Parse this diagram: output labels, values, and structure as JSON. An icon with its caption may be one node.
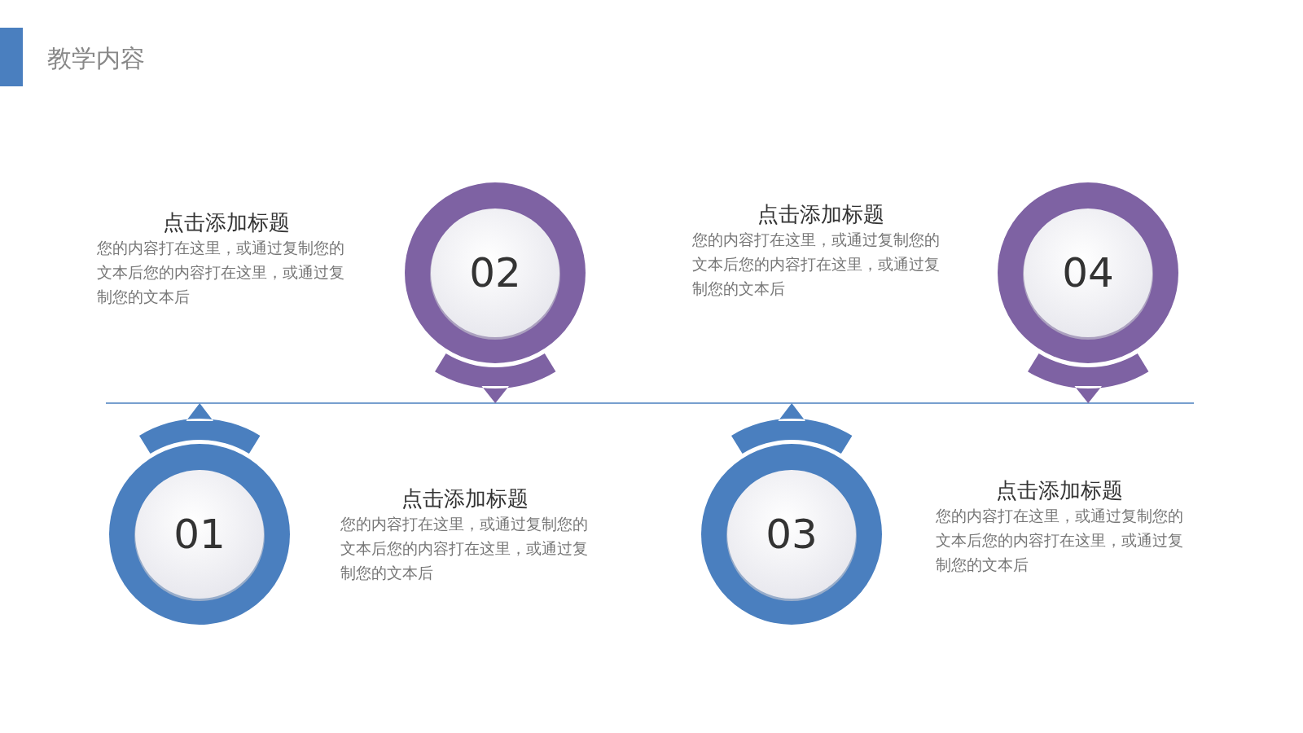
{
  "diagram": {
    "title": "教学内容",
    "nodes": [
      {
        "text": [
          "01"
        ],
        "beside": [
          "点击添加标题",
          "您的内容打在这里，或通过复制您的文本后您的内容打在这里，或通过复制您的文本后"
        ]
      },
      {
        "text": [
          "02"
        ],
        "beside": [
          "点击添加标题",
          "您的内容打在这里，或通过复制您的文本后您的内容打在这里，或通过复制您的文本后"
        ]
      },
      {
        "text": [
          "03"
        ],
        "beside": [
          "点击添加标题",
          "您的内容打在这里，或通过复制您的文本后您的内容打在这里，或通过复制您的文本后"
        ]
      },
      {
        "text": [
          "04"
        ],
        "beside": [
          "点击添加标题",
          "您的内容打在这里，或通过复制您的文本后您的内容打在这里，或通过复制您的文本后"
        ]
      }
    ],
    "edges": []
  }
}
